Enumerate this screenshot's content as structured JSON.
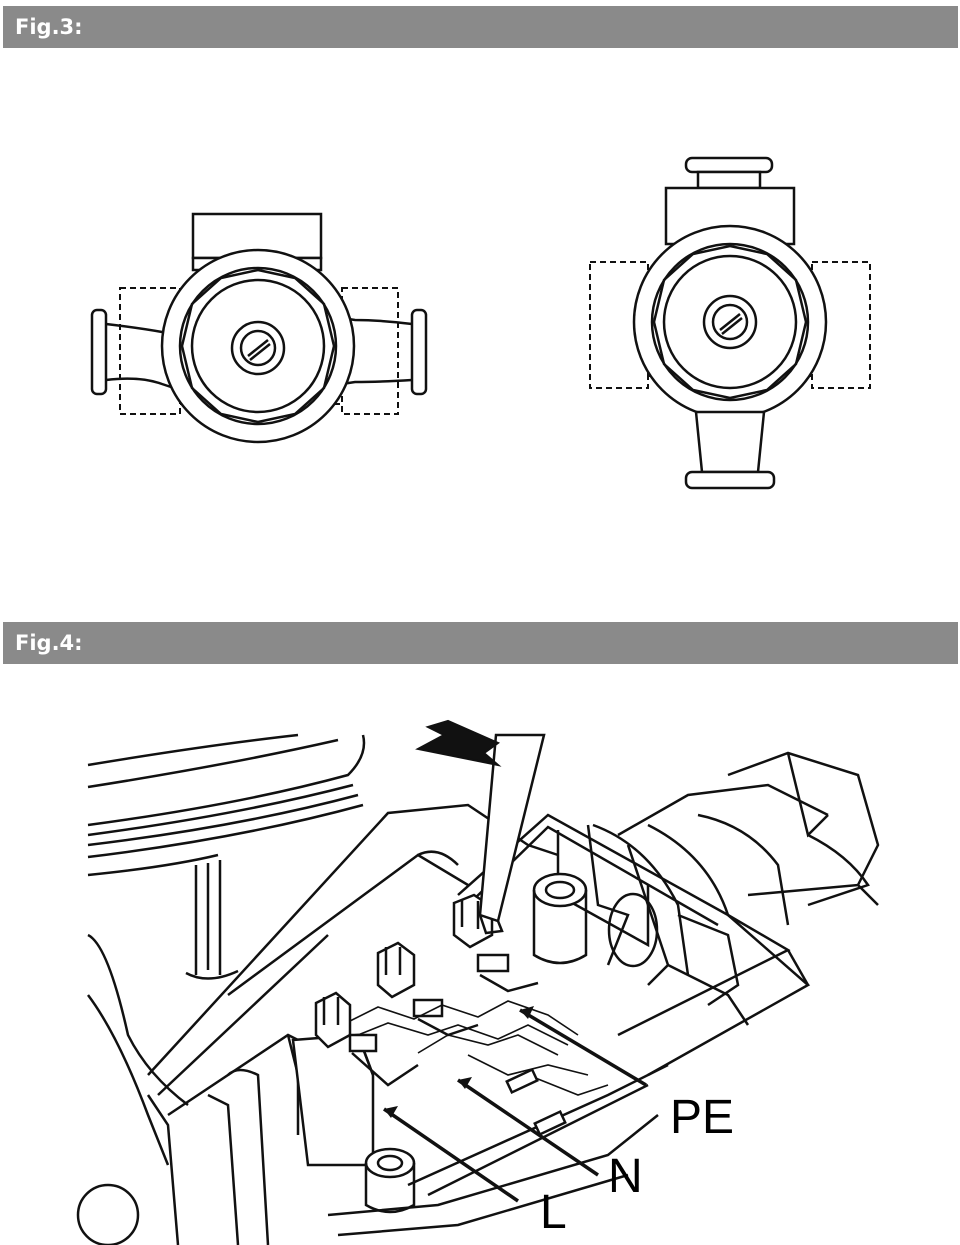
{
  "fig3": {
    "header": "Fig.3:"
  },
  "fig4": {
    "header": "Fig.4:",
    "labels": {
      "pe": "PE",
      "n": "N",
      "l": "L"
    }
  }
}
